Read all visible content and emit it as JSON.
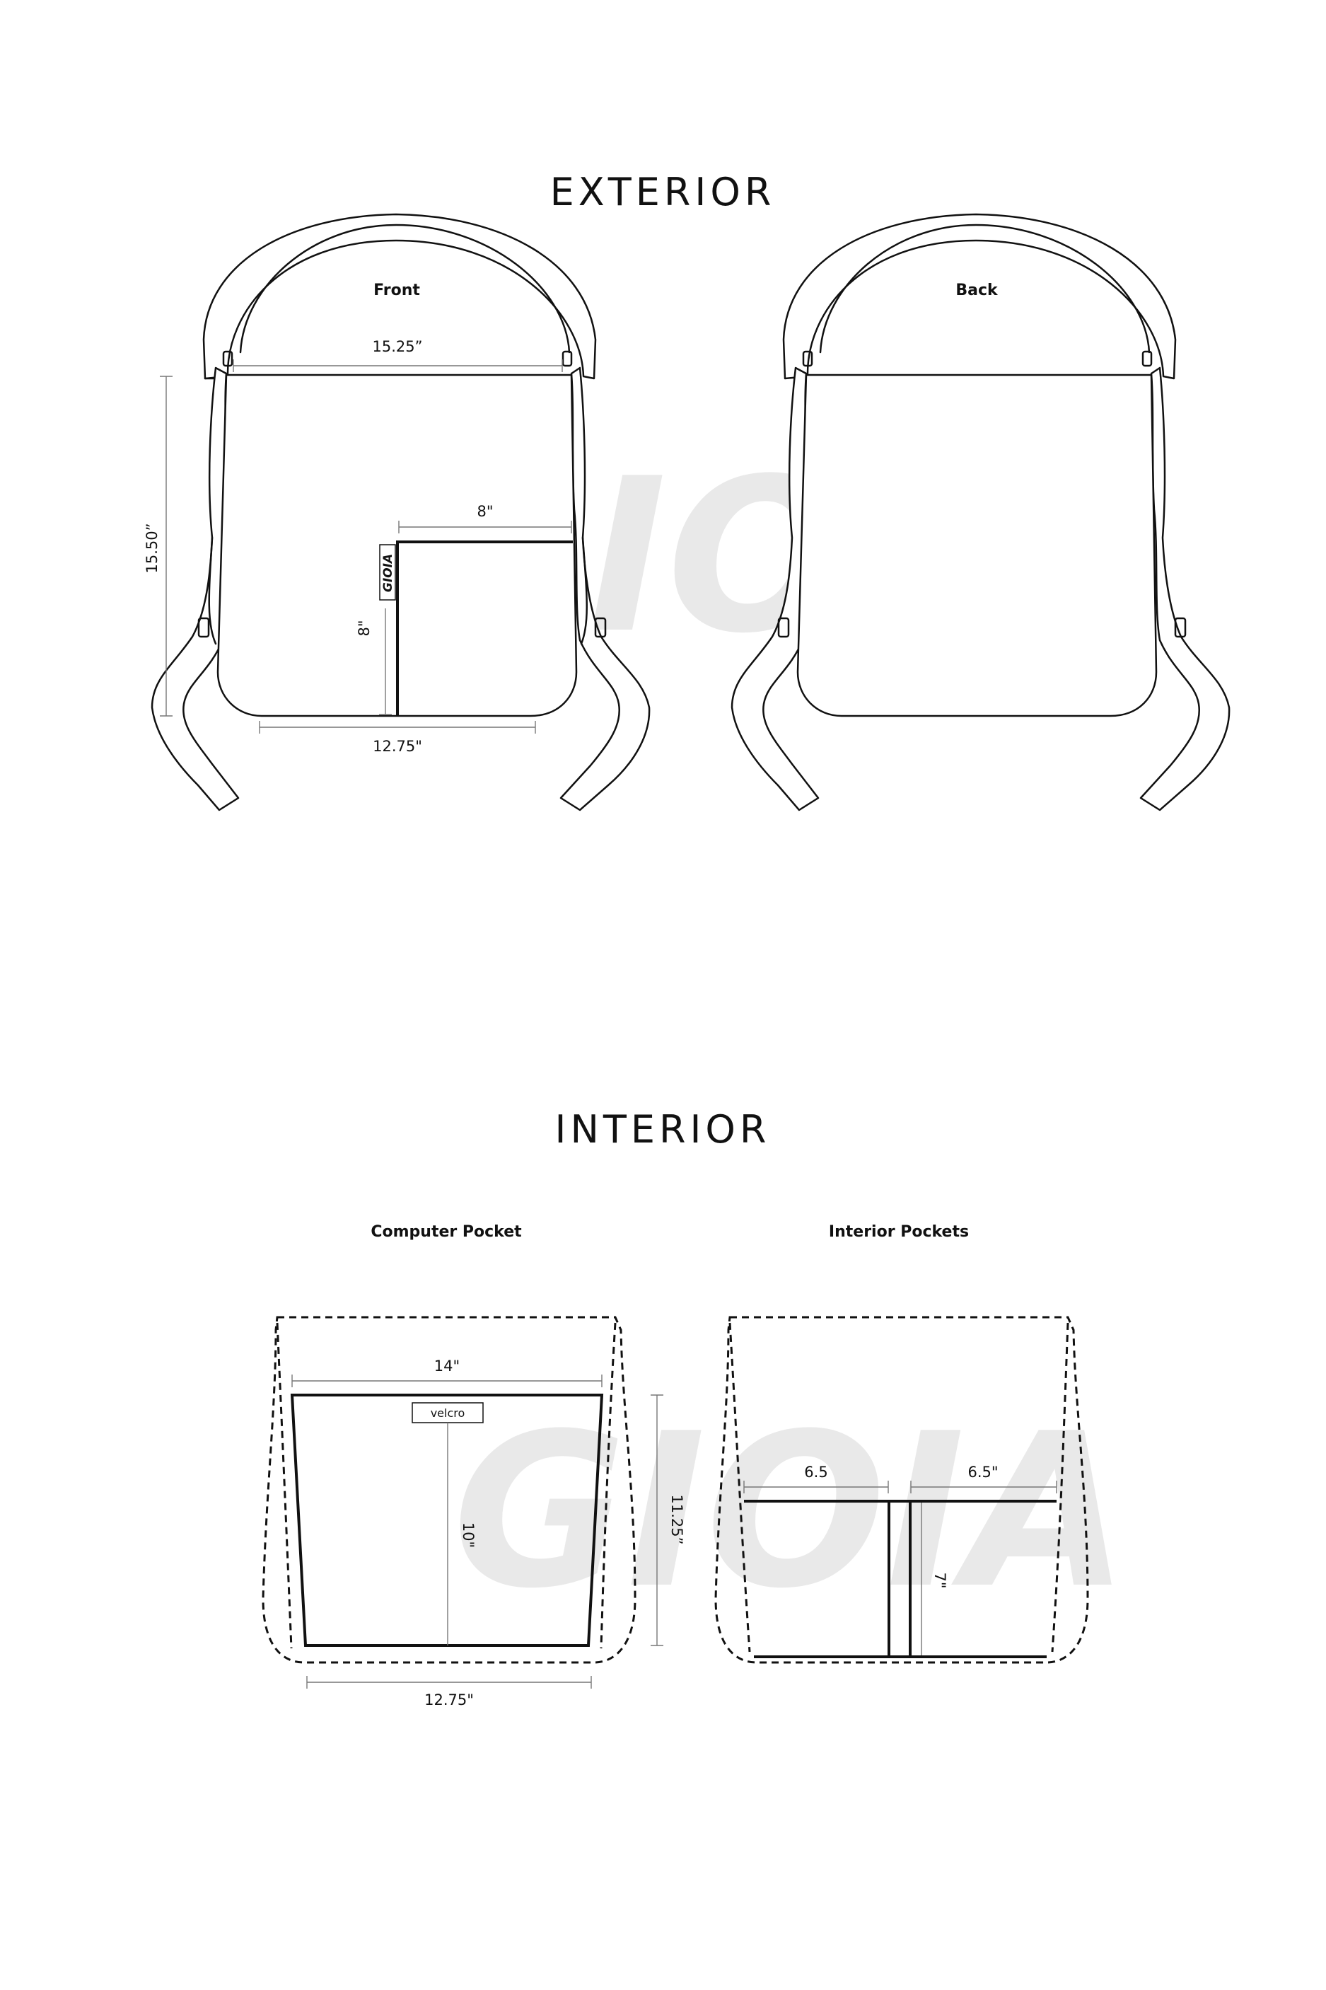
{
  "exterior": {
    "heading": "EXTERIOR",
    "front_label": "Front",
    "back_label": "Back",
    "dims": {
      "top_width": "15.25”",
      "height": "15.50”",
      "pocket_width": "8\"",
      "pocket_height": "8\"",
      "bottom_width": "12.75\""
    },
    "logo": "GIOIA",
    "watermark": "GIOIA"
  },
  "interior": {
    "heading": "INTERIOR",
    "computer_pocket_label": "Computer Pocket",
    "interior_pockets_label": "Interior Pockets",
    "computer_dims": {
      "top_width": "14\"",
      "height": "10\"",
      "outer_height": "11.25”",
      "bottom_width": "12.75\""
    },
    "velcro_label": "velcro",
    "pocket_dims": {
      "left_width": "6.5",
      "right_width": "6.5\"",
      "height": "7\""
    },
    "watermark": "GIOIA"
  }
}
